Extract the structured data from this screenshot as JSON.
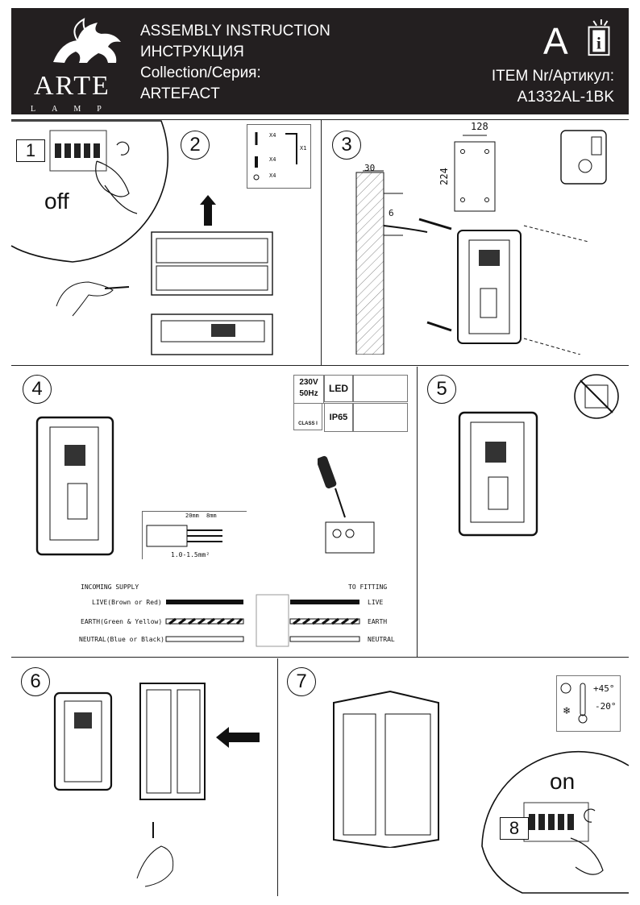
{
  "header": {
    "brand_word": "ARTE",
    "brand_sub": "LAMP",
    "line1": "ASSEMBLY INSTRUCTION",
    "line2": "ИНСТРУКЦИЯ",
    "line3": "Collection/Серия:",
    "line4": "ARTEFACT",
    "item_label": "ITEM Nr/Артикул:",
    "item_code": "A1332AL-1BK",
    "letter": "A"
  },
  "steps": {
    "s1": "1",
    "s1_word": "off",
    "s2": "2",
    "s2_kit": [
      "X4",
      "X4",
      "X4",
      "X1"
    ],
    "s3": "3",
    "s3_dims": {
      "w": "128",
      "h": "224",
      "wall": "30",
      "hole": "6"
    },
    "s4": "4",
    "s4_specs": {
      "voltage": "230V",
      "freq": "50Hz",
      "led": "LED",
      "ip": "IP65",
      "class": "CLASS I"
    },
    "s4_cable": {
      "strip1": "20mm",
      "strip2": "8mm",
      "section": "1.0-1.5mm²"
    },
    "s5": "5",
    "s6": "6",
    "s7": "7",
    "s7_temps": {
      "max": "+45°",
      "min": "-20°"
    },
    "s8": "8",
    "s8_word": "on"
  },
  "wiring": {
    "left_title": "INCOMING SUPPLY",
    "right_title": "TO FITTING",
    "rows": [
      {
        "left": "LIVE(Brown or Red)",
        "right": "LIVE"
      },
      {
        "left": "EARTH(Green & Yellow)",
        "right": "EARTH"
      },
      {
        "left": "NEUTRAL(Blue or Black)",
        "right": "NEUTRAL"
      }
    ]
  }
}
